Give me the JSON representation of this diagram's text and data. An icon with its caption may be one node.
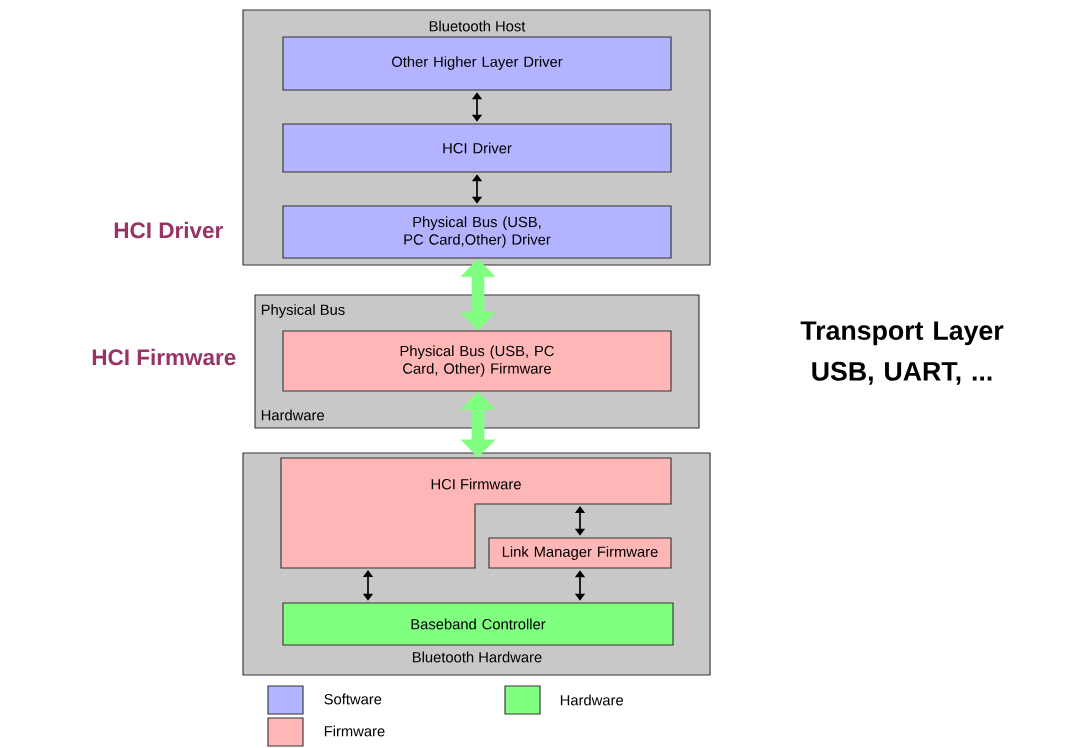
{
  "diagram": {
    "nodes": [
      {
        "text": [
          "Bluetooth Host"
        ]
      },
      {
        "text": [
          "Other Higher Layer Driver"
        ],
        "in": 0
      },
      {
        "text": [
          "HCI Driver"
        ],
        "in": 0
      },
      {
        "text": [
          "Physical Bus (USB, PC Card,Other) Driver"
        ],
        "in": 0
      },
      {
        "text": [
          "Physical Bus",
          "Hardware"
        ]
      },
      {
        "text": [
          "Physical Bus (USB, PC Card, Other) Firmware"
        ],
        "in": 4
      },
      {
        "text": [
          "Bluetooth Hardware"
        ]
      },
      {
        "text": [
          "HCI Firmware"
        ],
        "in": 6
      },
      {
        "text": [
          "Link Manager Firmware"
        ],
        "in": 6
      },
      {
        "text": [
          "Baseband Controller"
        ],
        "in": 6
      }
    ],
    "edges": [
      {
        "from": 1,
        "to": 2,
        "arrow": "both"
      },
      {
        "from": 2,
        "to": 3,
        "arrow": "both"
      },
      {
        "from": 3,
        "to": 5,
        "arrow": "both",
        "style": "thick",
        "color": "#80ff80"
      },
      {
        "from": 5,
        "to": 7,
        "arrow": "both",
        "style": "thick",
        "color": "#80ff80"
      },
      {
        "from": 8,
        "to": 7,
        "arrow": "both"
      },
      {
        "from": 7,
        "to": 9,
        "arrow": "both"
      },
      {
        "from": 8,
        "to": 9,
        "arrow": "both"
      }
    ],
    "labels": [
      "HCI Driver",
      "HCI Firmware",
      "Transport Layer USB, UART, ..."
    ],
    "legend": [
      {
        "text": "Software",
        "color": "#b3b3ff"
      },
      {
        "text": "Firmware",
        "color": "#ffb6b6"
      },
      {
        "text": "Hardware",
        "color": "#80ff80"
      }
    ]
  }
}
